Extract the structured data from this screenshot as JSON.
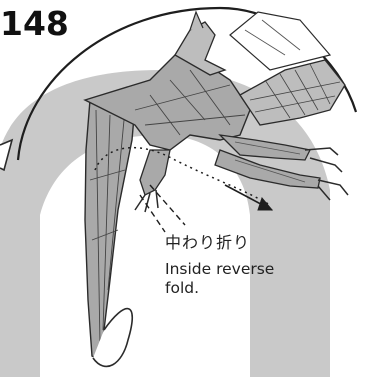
{
  "step": {
    "number": "148"
  },
  "caption": {
    "japanese": "中わり折り",
    "english_line1": "Inside reverse",
    "english_line2": "fold."
  },
  "colors": {
    "background": "#ffffff",
    "arc_gray": "#c9c9c9",
    "paper_gray": "#a9a9a9",
    "paper_light": "#bdbdbd",
    "line_dark": "#2b2b2b",
    "text": "#222222"
  },
  "icons": {
    "fold_arrow": "inside-reverse-fold-arrow-icon"
  }
}
